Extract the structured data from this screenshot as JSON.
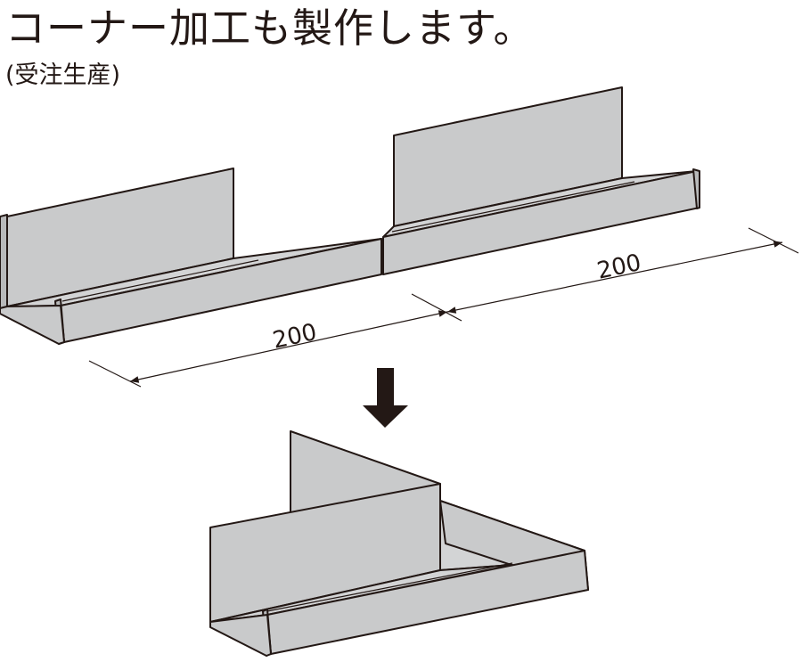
{
  "heading": {
    "title": "コーナー加工も製作します。",
    "subtitle": "(受注生産)"
  },
  "dimensions": {
    "left_length": "200",
    "right_length": "200"
  },
  "icons": {
    "arrow": "arrow-down-icon"
  },
  "colors": {
    "metal_face": "#c9cacb",
    "line": "#231815",
    "background": "#ffffff"
  }
}
